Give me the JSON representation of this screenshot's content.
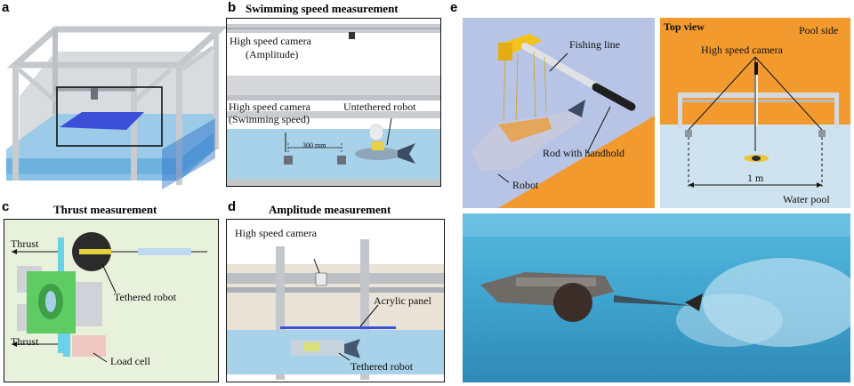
{
  "panels": {
    "a": {
      "letter": "a"
    },
    "b": {
      "letter": "b",
      "title": "Swimming speed measurement",
      "cam_amplitude_line1": "High speed camera",
      "cam_amplitude_line2": "(Amplitude)",
      "cam_speed_line1": "High speed camera",
      "cam_speed_line2": "(Swimming speed)",
      "untethered_robot": "Untethered robot",
      "distance": "300 mm"
    },
    "c": {
      "letter": "c",
      "title": "Thrust measurement",
      "thrust_top": "Thrust",
      "thrust_bottom": "Thrust",
      "tethered_robot": "Tethered robot",
      "load_cell": "Load cell"
    },
    "d": {
      "letter": "d",
      "title": "Amplitude measurement",
      "high_speed_camera": "High speed camera",
      "acrylic_panel": "Acrylic panel",
      "tethered_robot": "Tethered robot"
    },
    "e": {
      "letter": "e",
      "fishing_line": "Fishing line",
      "rod_with_handhold": "Rod with handhold",
      "robot": "Robot",
      "top_view": "Top view",
      "pool_side": "Pool side",
      "high_speed_camera": "High speed camera",
      "distance": "1 m",
      "water_pool": "Water pool"
    }
  },
  "colors": {
    "water_blue": "#a8d2ea",
    "frame_gray": "#b9bec4",
    "panel_c_bg": "#e8f1dc",
    "pool_orange": "#f29a2e",
    "sky_blue": "#b7c4e6",
    "ocean_photo": "#4fb3d9"
  }
}
